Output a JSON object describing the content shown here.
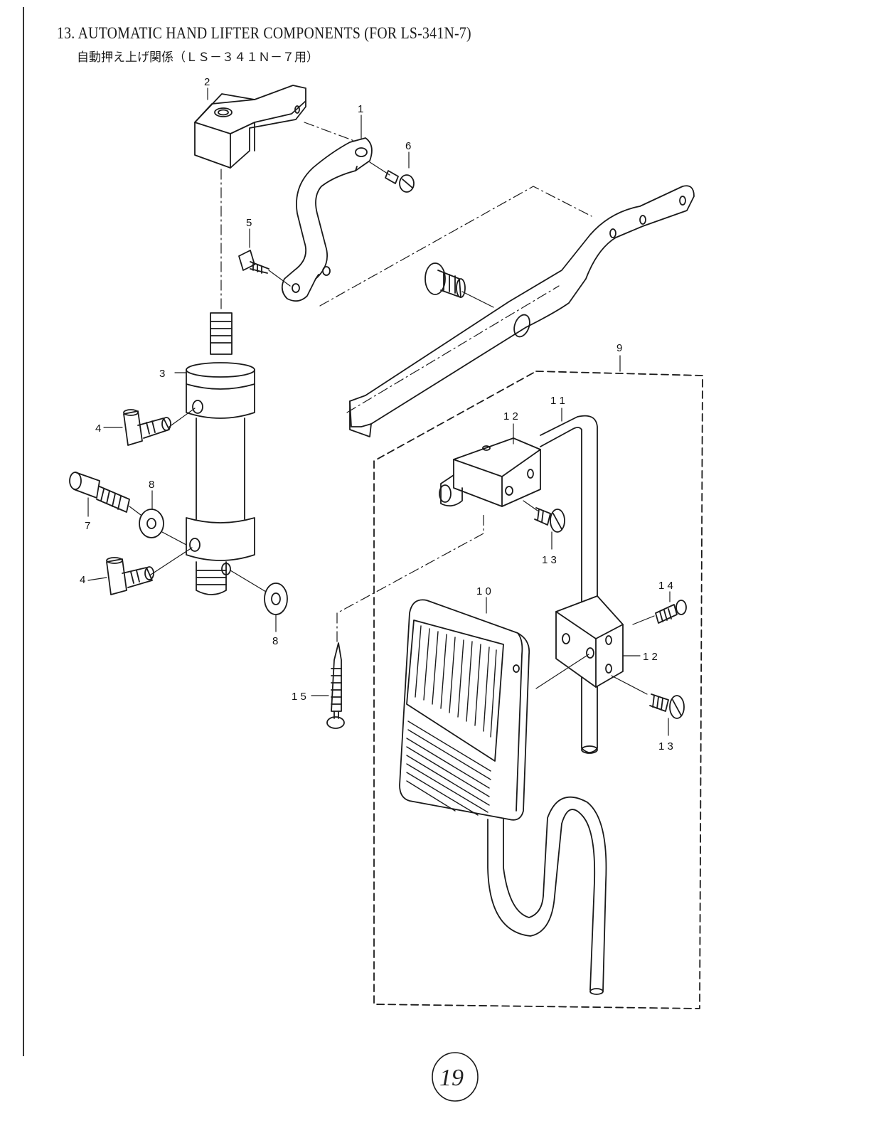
{
  "title": "13. AUTOMATIC HAND LIFTER COMPONENTS (FOR LS-341N-7)",
  "subtitle": "自動押え上げ関係（ＬＳ－３４１Ｎ－７用）",
  "callouts": {
    "c1": "1",
    "c2": "2",
    "c3": "3",
    "c4a": "4",
    "c4b": "4",
    "c5": "5",
    "c6": "6",
    "c7": "7",
    "c8a": "8",
    "c8b": "8",
    "c9": "9",
    "c10": "1 0",
    "c11": "1 1",
    "c12a": "1 2",
    "c12b": "1 2",
    "c13a": "1 3",
    "c13b": "1 3",
    "c14": "1 4",
    "c15": "1 5"
  },
  "page_number": "19"
}
